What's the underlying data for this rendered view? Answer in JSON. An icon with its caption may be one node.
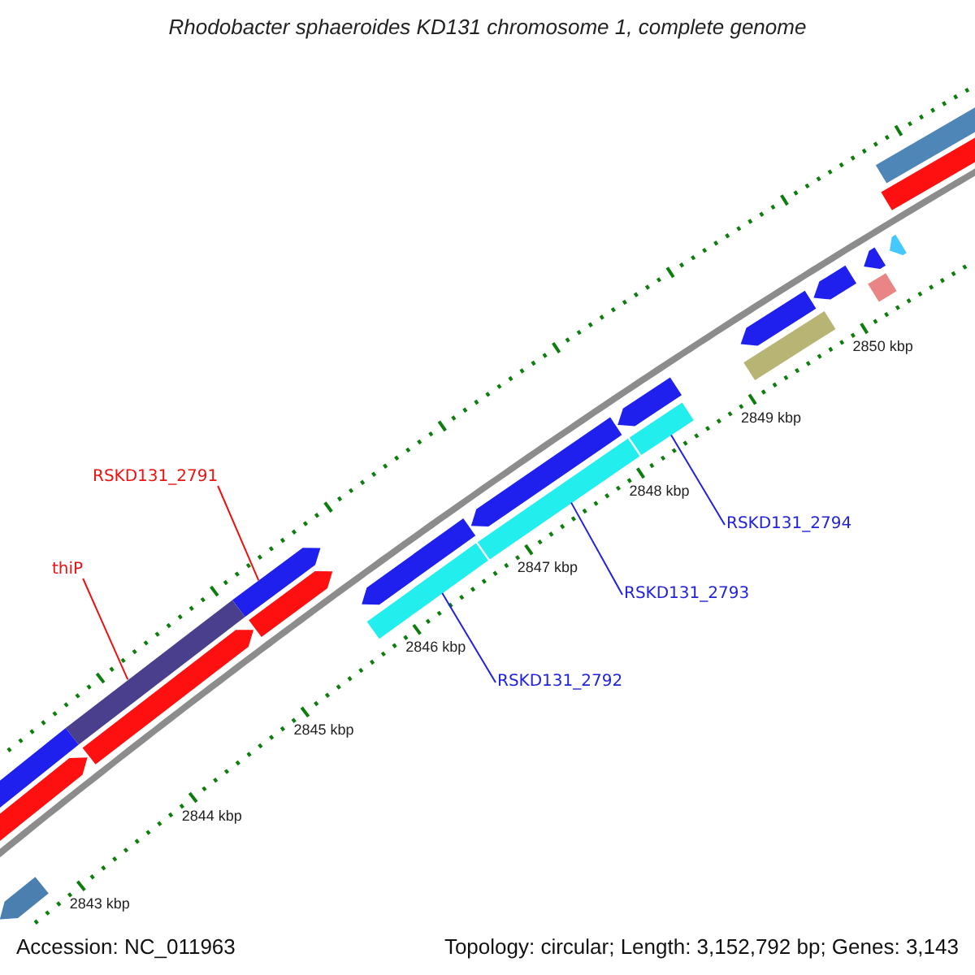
{
  "diagram": {
    "title": "Rhodobacter sphaeroides KD131 chromosome 1, complete genome",
    "nodes": [
      {
        "text": [
          "RSKD131_2791"
        ]
      },
      {
        "text": [
          "thiP"
        ]
      },
      {
        "text": [
          "RSKD131_2792"
        ]
      },
      {
        "text": [
          "RSKD131_2793"
        ]
      },
      {
        "text": [
          "RSKD131_2794"
        ]
      },
      {
        "text": [],
        "shape": "bar"
      },
      {
        "text": [],
        "shape": "bar"
      },
      {
        "text": [],
        "shape": "bar"
      },
      {
        "text": [],
        "shape": "bar"
      },
      {
        "text": [],
        "shape": "bar"
      },
      {
        "text": [],
        "shape": "bar"
      },
      {
        "text": [],
        "shape": "bar"
      },
      {
        "text": [],
        "shape": "bar"
      },
      {
        "text": [],
        "shape": "bar"
      },
      {
        "text": [],
        "shape": "bar"
      },
      {
        "text": [],
        "shape": "bar"
      },
      {
        "text": [],
        "shape": "bar"
      },
      {
        "text": [],
        "shape": "bar"
      },
      {
        "text": [],
        "shape": "bar"
      },
      {
        "text": [],
        "shape": "bar"
      },
      {
        "text": [],
        "shape": "bar"
      },
      {
        "text": [],
        "shape": "bar"
      },
      {
        "text": [],
        "shape": "bar"
      },
      {
        "text": [],
        "shape": "bar"
      },
      {
        "text": [],
        "shape": "bar"
      },
      {
        "text": [],
        "shape": "bar"
      }
    ],
    "edges": [
      {
        "from": 0,
        "to": 5,
        "arrow": "none",
        "color": "#ee1111"
      },
      {
        "from": 1,
        "to": 6,
        "arrow": "none",
        "color": "#ee1111"
      },
      {
        "from": 2,
        "to": 7,
        "arrow": "none"
      },
      {
        "from": 3,
        "to": 8,
        "arrow": "none"
      },
      {
        "from": 4,
        "to": 9,
        "arrow": "none"
      }
    ],
    "labels": [
      "2850 kbp",
      "2849 kbp",
      "2848 kbp",
      "2847 kbp",
      "2846 kbp",
      "2845 kbp",
      "2844 kbp",
      "2843 kbp",
      "Accession: NC_011963",
      "Topology: circular; Length: 3,152,792 bp; Genes: 3,143"
    ]
  }
}
